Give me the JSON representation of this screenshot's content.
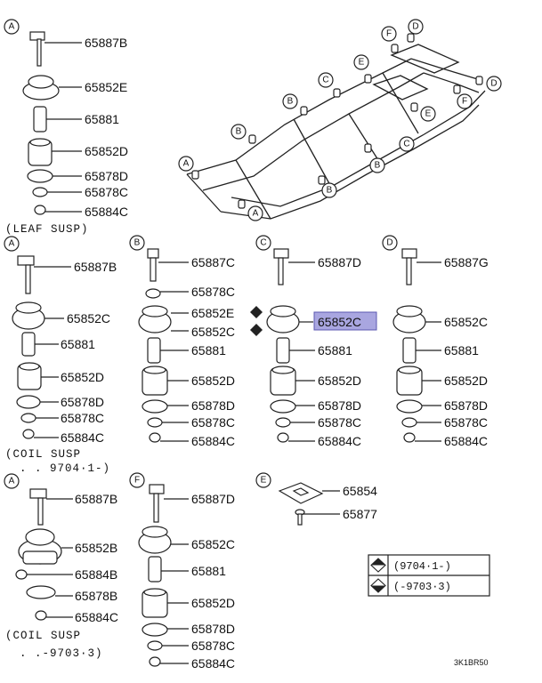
{
  "callouts": {
    "A": "A",
    "B": "B",
    "C": "C",
    "D": "D",
    "E": "E",
    "F": "F"
  },
  "parts": {
    "p65887B": "65887B",
    "p65852E": "65852E",
    "p65881": "65881",
    "p65852D": "65852D",
    "p65878D": "65878D",
    "p65878C": "65878C",
    "p65884C": "65884C",
    "p65852C": "65852C",
    "p65887C": "65887C",
    "p65887D": "65887D",
    "p65887G": "65887G",
    "p65852B": "65852B",
    "p65884B": "65884B",
    "p65878B": "65878B",
    "p65854": "65854",
    "p65877": "65877"
  },
  "notes": {
    "leaf": "(LEAF SUSP)",
    "coil1_line1": "(COIL SUSP",
    "coil1_line2": ". . 9704·1-)",
    "coil2_line1": "(COIL SUSP",
    "coil2_line2": ". .-9703·3)"
  },
  "legend": {
    "row1": "(9704·1-)",
    "row2": "(-9703·3)"
  },
  "ref_code": "3K1BR50",
  "colors": {
    "highlight": "#a9a6e0",
    "ink": "#222222"
  },
  "icons": {
    "legend_row1": "filled-top-diamond-icon",
    "legend_row2": "filled-bottom-diamond-icon"
  }
}
